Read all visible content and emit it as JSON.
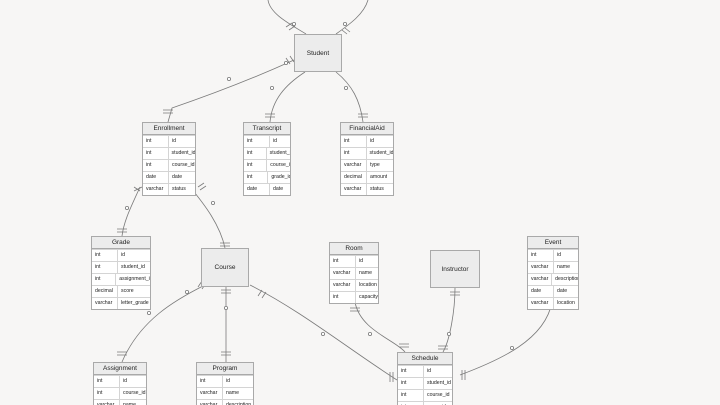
{
  "entities": [
    {
      "name": "Student",
      "attrs": []
    },
    {
      "name": "Enrollment",
      "attrs": [
        [
          "int",
          "id"
        ],
        [
          "int",
          "student_id"
        ],
        [
          "int",
          "course_id"
        ],
        [
          "date",
          "date"
        ],
        [
          "varchar",
          "status"
        ]
      ]
    },
    {
      "name": "Transcript",
      "attrs": [
        [
          "int",
          "id"
        ],
        [
          "int",
          "student_id"
        ],
        [
          "int",
          "course_id"
        ],
        [
          "int",
          "grade_id"
        ],
        [
          "date",
          "date"
        ]
      ]
    },
    {
      "name": "FinancialAid",
      "attrs": [
        [
          "int",
          "id"
        ],
        [
          "int",
          "student_id"
        ],
        [
          "varchar",
          "type"
        ],
        [
          "decimal",
          "amount"
        ],
        [
          "varchar",
          "status"
        ]
      ]
    },
    {
      "name": "Grade",
      "attrs": [
        [
          "int",
          "id"
        ],
        [
          "int",
          "student_id"
        ],
        [
          "int",
          "assignment_id"
        ],
        [
          "decimal",
          "score"
        ],
        [
          "varchar",
          "letter_grade"
        ]
      ]
    },
    {
      "name": "Course",
      "attrs": []
    },
    {
      "name": "Room",
      "attrs": [
        [
          "int",
          "id"
        ],
        [
          "varchar",
          "name"
        ],
        [
          "varchar",
          "location"
        ],
        [
          "int",
          "capacity"
        ]
      ]
    },
    {
      "name": "Instructor",
      "attrs": []
    },
    {
      "name": "Event",
      "attrs": [
        [
          "int",
          "id"
        ],
        [
          "varchar",
          "name"
        ],
        [
          "varchar",
          "description"
        ],
        [
          "date",
          "date"
        ],
        [
          "varchar",
          "location"
        ]
      ]
    },
    {
      "name": "Assignment",
      "attrs": [
        [
          "int",
          "id"
        ],
        [
          "int",
          "course_id"
        ],
        [
          "varchar",
          "name"
        ]
      ]
    },
    {
      "name": "Program",
      "attrs": [
        [
          "int",
          "id"
        ],
        [
          "varchar",
          "name"
        ],
        [
          "varchar",
          "description"
        ]
      ]
    },
    {
      "name": "Schedule",
      "attrs": [
        [
          "int",
          "id"
        ],
        [
          "int",
          "student_id"
        ],
        [
          "int",
          "course_id"
        ],
        [
          "int",
          "room_id"
        ]
      ]
    }
  ]
}
